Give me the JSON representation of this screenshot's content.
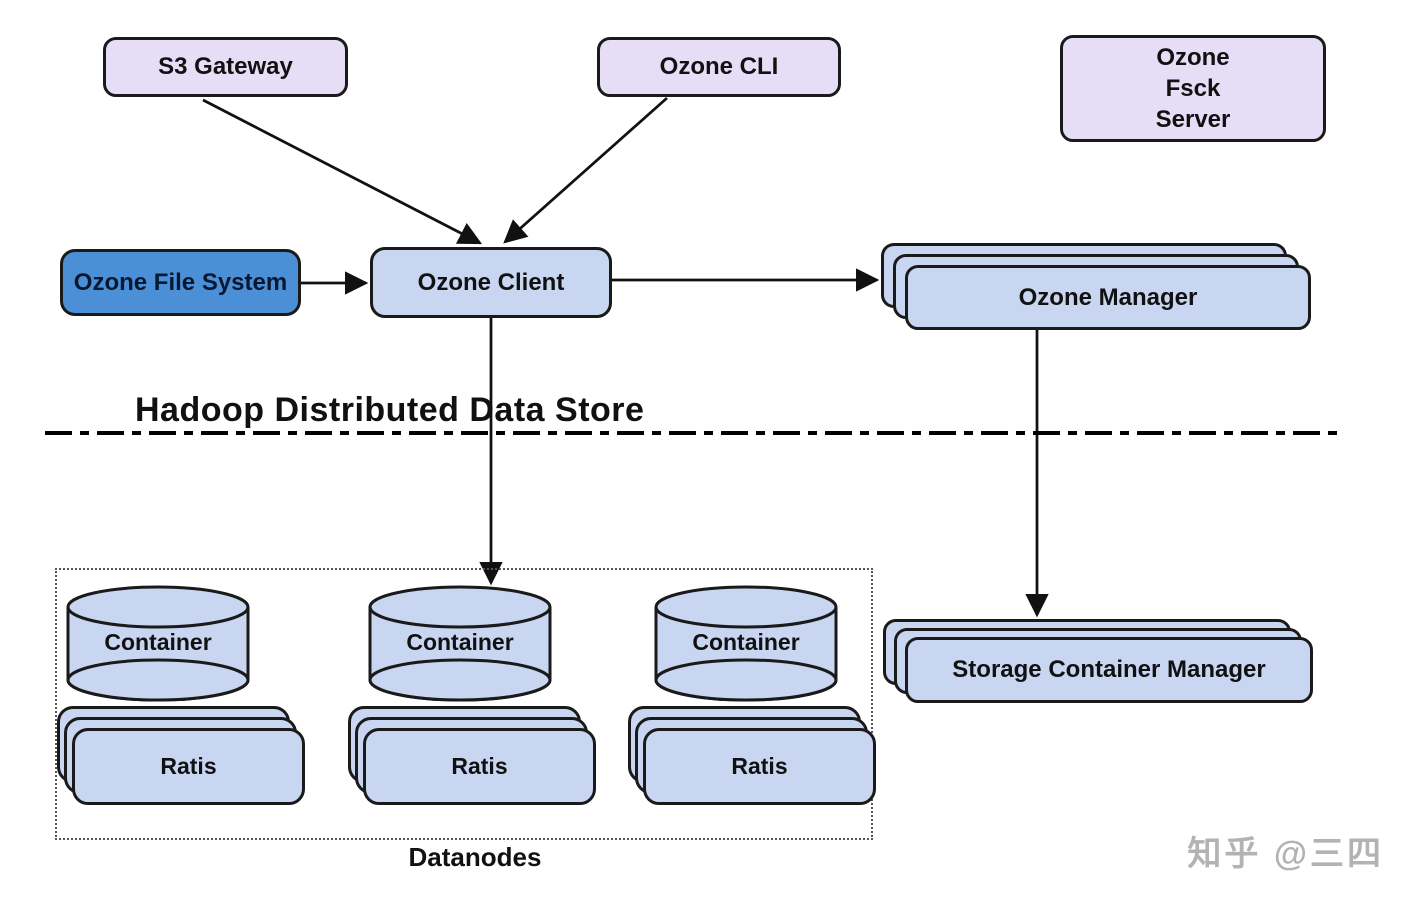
{
  "diagram": {
    "nodes": {
      "s3_gateway": {
        "label": "S3 Gateway"
      },
      "ozone_cli": {
        "label": "Ozone CLI"
      },
      "ozone_fsck_server": {
        "lines": [
          "Ozone",
          "Fsck",
          "Server"
        ]
      },
      "ozone_file_system": {
        "label": "Ozone File System"
      },
      "ozone_client": {
        "label": "Ozone Client"
      },
      "ozone_manager": {
        "label": "Ozone Manager"
      },
      "storage_container_manager": {
        "label": "Storage Container Manager"
      }
    },
    "layer_divider": {
      "title": "Hadoop Distributed Data Store"
    },
    "datanodes": {
      "label": "Datanodes",
      "groups": [
        {
          "container_label": "Container",
          "ratis_label": "Ratis"
        },
        {
          "container_label": "Container",
          "ratis_label": "Ratis"
        },
        {
          "container_label": "Container",
          "ratis_label": "Ratis"
        }
      ]
    },
    "edges": [
      {
        "from": "s3_gateway",
        "to": "ozone_client"
      },
      {
        "from": "ozone_cli",
        "to": "ozone_client"
      },
      {
        "from": "ozone_file_system",
        "to": "ozone_client"
      },
      {
        "from": "ozone_client",
        "to": "ozone_manager"
      },
      {
        "from": "ozone_client",
        "to": "datanodes_container_2"
      },
      {
        "from": "ozone_manager",
        "to": "storage_container_manager"
      }
    ],
    "colors": {
      "node_lavender": "#e6def6",
      "node_light_blue": "#c9d6f2",
      "node_dark_blue": "#4b90d6",
      "outline": "#1a1a1a"
    },
    "watermark": "知乎 @三四"
  }
}
